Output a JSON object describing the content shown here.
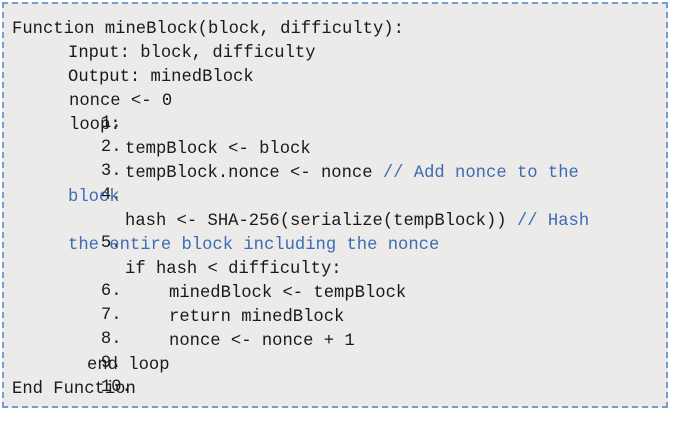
{
  "algorithm": {
    "header": "Function mineBlock(block, difficulty):",
    "input": "Input: block, difficulty",
    "output": "Output: minedBlock",
    "lines": [
      {
        "num": "1.",
        "code": "nonce <- 0"
      },
      {
        "num": "2.",
        "code": "loop:"
      },
      {
        "num": "3.",
        "code": "tempBlock <- block"
      },
      {
        "num": "4.",
        "code": "tempBlock.nonce <- nonce ",
        "comment": "// Add nonce to the",
        "comment_cont": "block"
      },
      {
        "num": "5.",
        "code": "hash <- SHA-256(serialize(tempBlock)) ",
        "comment": "// Hash",
        "comment_cont": "the entire block including the nonce"
      },
      {
        "num": "6.",
        "code": "if hash < difficulty:"
      },
      {
        "num": "7.",
        "code": "minedBlock <- tempBlock"
      },
      {
        "num": "8.",
        "code": "return minedBlock"
      },
      {
        "num": "9.",
        "code": "nonce <- nonce + 1"
      },
      {
        "num": "10.",
        "code": "end loop"
      }
    ],
    "footer": "End Function"
  },
  "colors": {
    "background": "#ecebe9",
    "border": "#6f9fd4",
    "comment": "#3b6cb5",
    "text": "#1a1a1a"
  }
}
